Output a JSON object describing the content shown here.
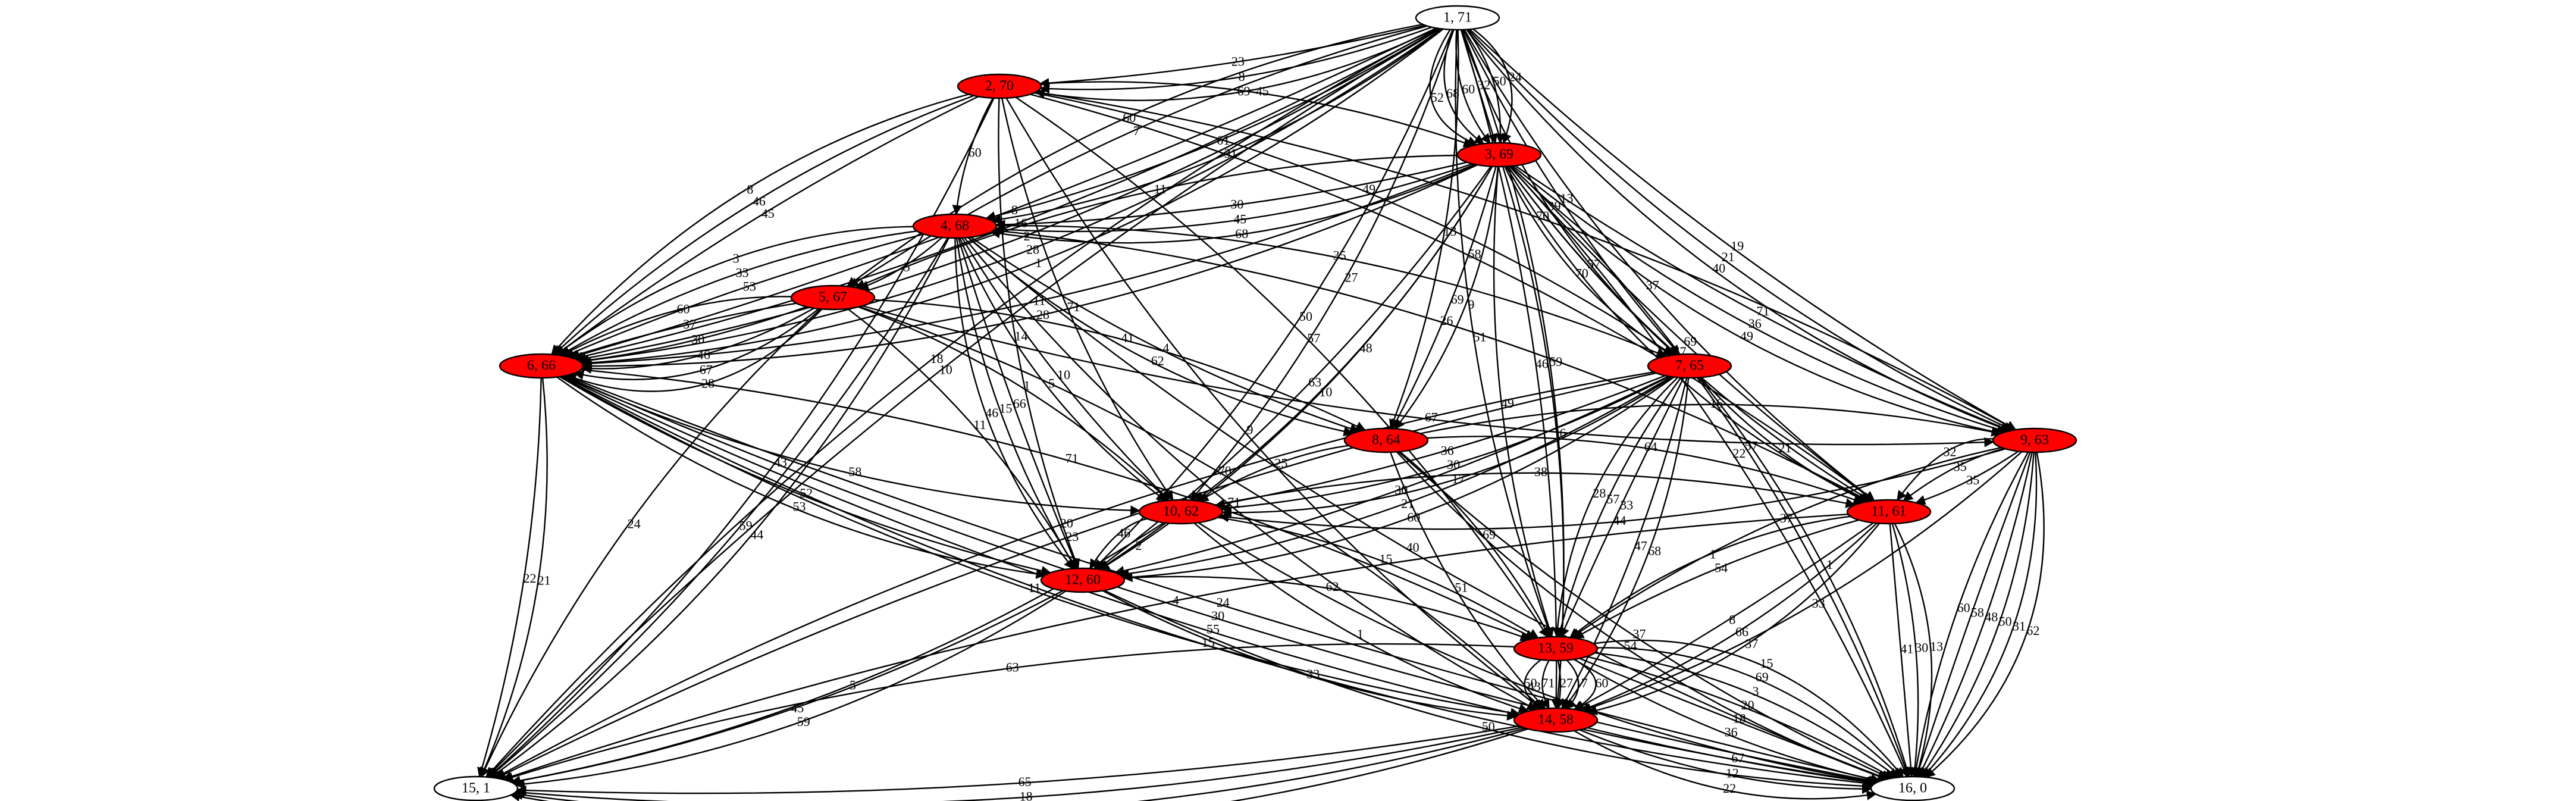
{
  "graph": {
    "type": "directed",
    "node_style": {
      "source_sink_fill": "#ffffff",
      "intermediate_fill": "#ff0000",
      "stroke": "#000000"
    },
    "nodes": [
      {
        "id": "1",
        "label": "1, 71",
        "filled": false
      },
      {
        "id": "2",
        "label": "2, 70",
        "filled": true
      },
      {
        "id": "3",
        "label": "3, 69",
        "filled": true
      },
      {
        "id": "4",
        "label": "4, 68",
        "filled": true
      },
      {
        "id": "5",
        "label": "5, 67",
        "filled": true
      },
      {
        "id": "6",
        "label": "6, 66",
        "filled": true
      },
      {
        "id": "7",
        "label": "7, 65",
        "filled": true
      },
      {
        "id": "8",
        "label": "8, 64",
        "filled": true
      },
      {
        "id": "9",
        "label": "9, 63",
        "filled": true
      },
      {
        "id": "10",
        "label": "10, 62",
        "filled": true
      },
      {
        "id": "11",
        "label": "11, 61",
        "filled": true
      },
      {
        "id": "12",
        "label": "12, 60",
        "filled": true
      },
      {
        "id": "13",
        "label": "13, 59",
        "filled": true
      },
      {
        "id": "14",
        "label": "14, 58",
        "filled": true
      },
      {
        "id": "15",
        "label": "15, 1",
        "filled": false
      },
      {
        "id": "16",
        "label": "16, 0",
        "filled": false
      }
    ],
    "edges": [
      {
        "from": "1",
        "to": "2",
        "label": "69"
      },
      {
        "from": "1",
        "to": "2",
        "label": "8"
      },
      {
        "from": "1",
        "to": "2",
        "label": "23"
      },
      {
        "from": "1",
        "to": "3",
        "label": "24"
      },
      {
        "from": "1",
        "to": "3",
        "label": "50"
      },
      {
        "from": "1",
        "to": "3",
        "label": "32"
      },
      {
        "from": "1",
        "to": "3",
        "label": "60"
      },
      {
        "from": "1",
        "to": "3",
        "label": "68"
      },
      {
        "from": "1",
        "to": "3",
        "label": "52"
      },
      {
        "from": "1",
        "to": "4",
        "label": "31"
      },
      {
        "from": "1",
        "to": "4",
        "label": "61"
      },
      {
        "from": "1",
        "to": "5",
        "label": "7"
      },
      {
        "from": "1",
        "to": "5",
        "label": "60"
      },
      {
        "from": "1",
        "to": "6",
        "label": "1"
      },
      {
        "from": "1",
        "to": "6",
        "label": "28"
      },
      {
        "from": "1",
        "to": "6",
        "label": "2"
      },
      {
        "from": "1",
        "to": "6",
        "label": "16"
      },
      {
        "from": "1",
        "to": "6",
        "label": "8"
      },
      {
        "from": "1",
        "to": "7",
        "label": "13"
      },
      {
        "from": "1",
        "to": "7",
        "label": "39"
      },
      {
        "from": "1",
        "to": "8",
        "label": "13"
      },
      {
        "from": "1",
        "to": "9",
        "label": "19"
      },
      {
        "from": "1",
        "to": "9",
        "label": "21"
      },
      {
        "from": "1",
        "to": "9",
        "label": "40"
      },
      {
        "from": "1",
        "to": "10",
        "label": "27"
      },
      {
        "from": "1",
        "to": "11",
        "label": "37"
      },
      {
        "from": "1",
        "to": "12",
        "label": "50"
      },
      {
        "from": "1",
        "to": "13",
        "label": "51"
      },
      {
        "from": "1",
        "to": "14",
        "label": "59"
      },
      {
        "from": "1",
        "to": "14",
        "label": "46"
      },
      {
        "from": "1",
        "to": "15",
        "label": "10"
      },
      {
        "from": "1",
        "to": "15",
        "label": "18"
      },
      {
        "from": "2",
        "to": "3",
        "label": "45"
      },
      {
        "from": "2",
        "to": "4",
        "label": "60"
      },
      {
        "from": "2",
        "to": "6",
        "label": "45"
      },
      {
        "from": "2",
        "to": "6",
        "label": "46"
      },
      {
        "from": "2",
        "to": "6",
        "label": "8"
      },
      {
        "from": "2",
        "to": "7",
        "label": "49"
      },
      {
        "from": "2",
        "to": "9",
        "label": "70"
      },
      {
        "from": "2",
        "to": "10",
        "label": "71"
      },
      {
        "from": "2",
        "to": "11",
        "label": "58"
      },
      {
        "from": "2",
        "to": "12",
        "label": "14"
      },
      {
        "from": "2",
        "to": "13",
        "label": "57"
      },
      {
        "from": "2",
        "to": "14",
        "label": "9"
      },
      {
        "from": "2",
        "to": "15",
        "label": "43"
      },
      {
        "from": "3",
        "to": "4",
        "label": "68"
      },
      {
        "from": "3",
        "to": "4",
        "label": "45"
      },
      {
        "from": "3",
        "to": "4",
        "label": "30"
      },
      {
        "from": "3",
        "to": "5",
        "label": "11"
      },
      {
        "from": "3",
        "to": "6",
        "label": "28"
      },
      {
        "from": "3",
        "to": "6",
        "label": "11"
      },
      {
        "from": "3",
        "to": "7",
        "label": "57"
      },
      {
        "from": "3",
        "to": "7",
        "label": "70"
      },
      {
        "from": "3",
        "to": "8",
        "label": "9"
      },
      {
        "from": "3",
        "to": "8",
        "label": "69"
      },
      {
        "from": "3",
        "to": "9",
        "label": "71"
      },
      {
        "from": "3",
        "to": "9",
        "label": "36"
      },
      {
        "from": "3",
        "to": "9",
        "label": "49"
      },
      {
        "from": "3",
        "to": "10",
        "label": "48"
      },
      {
        "from": "3",
        "to": "11",
        "label": "69"
      },
      {
        "from": "3",
        "to": "11",
        "label": "67"
      },
      {
        "from": "3",
        "to": "11",
        "label": "69"
      },
      {
        "from": "3",
        "to": "12",
        "label": "10"
      },
      {
        "from": "3",
        "to": "12",
        "label": "63"
      },
      {
        "from": "3",
        "to": "13",
        "label": "49"
      },
      {
        "from": "3",
        "to": "14",
        "label": "6"
      },
      {
        "from": "3",
        "to": "16",
        "label": "57"
      },
      {
        "from": "3",
        "to": "16",
        "label": "22"
      },
      {
        "from": "4",
        "to": "5",
        "label": "5"
      },
      {
        "from": "4",
        "to": "6",
        "label": "53"
      },
      {
        "from": "4",
        "to": "6",
        "label": "33"
      },
      {
        "from": "4",
        "to": "6",
        "label": "3"
      },
      {
        "from": "4",
        "to": "7",
        "label": "35"
      },
      {
        "from": "4",
        "to": "8",
        "label": "4"
      },
      {
        "from": "4",
        "to": "8",
        "label": "62"
      },
      {
        "from": "4",
        "to": "10",
        "label": "10"
      },
      {
        "from": "4",
        "to": "10",
        "label": "5"
      },
      {
        "from": "4",
        "to": "11",
        "label": "26"
      },
      {
        "from": "4",
        "to": "12",
        "label": "66"
      },
      {
        "from": "4",
        "to": "12",
        "label": "15"
      },
      {
        "from": "4",
        "to": "12",
        "label": "46"
      },
      {
        "from": "4",
        "to": "14",
        "label": "71"
      },
      {
        "from": "4",
        "to": "15",
        "label": "44"
      },
      {
        "from": "4",
        "to": "15",
        "label": "59"
      },
      {
        "from": "4",
        "to": "16",
        "label": "40"
      },
      {
        "from": "5",
        "to": "6",
        "label": "28"
      },
      {
        "from": "5",
        "to": "6",
        "label": "67"
      },
      {
        "from": "5",
        "to": "6",
        "label": "46"
      },
      {
        "from": "5",
        "to": "6",
        "label": "30"
      },
      {
        "from": "5",
        "to": "6",
        "label": "37"
      },
      {
        "from": "5",
        "to": "6",
        "label": "60"
      },
      {
        "from": "5",
        "to": "8",
        "label": "41"
      },
      {
        "from": "5",
        "to": "9",
        "label": "67"
      },
      {
        "from": "5",
        "to": "10",
        "label": "1"
      },
      {
        "from": "5",
        "to": "12",
        "label": "11"
      },
      {
        "from": "5",
        "to": "14",
        "label": "70"
      },
      {
        "from": "5",
        "to": "15",
        "label": "24"
      },
      {
        "from": "6",
        "to": "10",
        "label": "58"
      },
      {
        "from": "6",
        "to": "12",
        "label": "52"
      },
      {
        "from": "6",
        "to": "12",
        "label": "53"
      },
      {
        "from": "6",
        "to": "13",
        "label": "71"
      },
      {
        "from": "6",
        "to": "14",
        "label": "11"
      },
      {
        "from": "6",
        "to": "15",
        "label": "21"
      },
      {
        "from": "6",
        "to": "15",
        "label": "22"
      },
      {
        "from": "6",
        "to": "16",
        "label": "24"
      },
      {
        "from": "6",
        "to": "16",
        "label": "30"
      },
      {
        "from": "6",
        "to": "16",
        "label": "55"
      },
      {
        "from": "6",
        "to": "16",
        "label": "15"
      },
      {
        "from": "7",
        "to": "10",
        "label": "17"
      },
      {
        "from": "7",
        "to": "10",
        "label": "30"
      },
      {
        "from": "7",
        "to": "10",
        "label": "36"
      },
      {
        "from": "7",
        "to": "11",
        "label": "21"
      },
      {
        "from": "7",
        "to": "12",
        "label": "60"
      },
      {
        "from": "7",
        "to": "12",
        "label": "21"
      },
      {
        "from": "7",
        "to": "12",
        "label": "30"
      },
      {
        "from": "7",
        "to": "13",
        "label": "33"
      },
      {
        "from": "7",
        "to": "13",
        "label": "57"
      },
      {
        "from": "7",
        "to": "13",
        "label": "28"
      },
      {
        "from": "7",
        "to": "14",
        "label": "68"
      },
      {
        "from": "7",
        "to": "14",
        "label": "47"
      },
      {
        "from": "7",
        "to": "15",
        "label": "23"
      },
      {
        "from": "7",
        "to": "15",
        "label": "20"
      },
      {
        "from": "7",
        "to": "16",
        "label": "1"
      },
      {
        "from": "8",
        "to": "9",
        "label": "16"
      },
      {
        "from": "8",
        "to": "10",
        "label": "25"
      },
      {
        "from": "8",
        "to": "11",
        "label": "64"
      },
      {
        "from": "8",
        "to": "13",
        "label": "69"
      },
      {
        "from": "8",
        "to": "14",
        "label": "51"
      },
      {
        "from": "8",
        "to": "16",
        "label": "37"
      },
      {
        "from": "8",
        "to": "16",
        "label": "54"
      },
      {
        "from": "9",
        "to": "10",
        "label": "44"
      },
      {
        "from": "9",
        "to": "11",
        "label": "35"
      },
      {
        "from": "9",
        "to": "11",
        "label": "35"
      },
      {
        "from": "9",
        "to": "11",
        "label": "32"
      },
      {
        "from": "9",
        "to": "13",
        "label": "37"
      },
      {
        "from": "9",
        "to": "14",
        "label": "33"
      },
      {
        "from": "9",
        "to": "16",
        "label": "62"
      },
      {
        "from": "9",
        "to": "16",
        "label": "31"
      },
      {
        "from": "9",
        "to": "16",
        "label": "50"
      },
      {
        "from": "9",
        "to": "16",
        "label": "48"
      },
      {
        "from": "9",
        "to": "16",
        "label": "58"
      },
      {
        "from": "9",
        "to": "16",
        "label": "60"
      },
      {
        "from": "10",
        "to": "11",
        "label": "38"
      },
      {
        "from": "10",
        "to": "12",
        "label": "2"
      },
      {
        "from": "10",
        "to": "12",
        "label": "46"
      },
      {
        "from": "10",
        "to": "13",
        "label": "15"
      },
      {
        "from": "10",
        "to": "14",
        "label": "1"
      },
      {
        "from": "10",
        "to": "15",
        "label": "5"
      },
      {
        "from": "10",
        "to": "16",
        "label": "43"
      },
      {
        "from": "11",
        "to": "13",
        "label": "54"
      },
      {
        "from": "11",
        "to": "13",
        "label": "1"
      },
      {
        "from": "11",
        "to": "14",
        "label": "37"
      },
      {
        "from": "11",
        "to": "14",
        "label": "66"
      },
      {
        "from": "11",
        "to": "14",
        "label": "8"
      },
      {
        "from": "11",
        "to": "15",
        "label": "4"
      },
      {
        "from": "11",
        "to": "16",
        "label": "13"
      },
      {
        "from": "11",
        "to": "16",
        "label": "30"
      },
      {
        "from": "11",
        "to": "16",
        "label": "41"
      },
      {
        "from": "12",
        "to": "13",
        "label": "62"
      },
      {
        "from": "12",
        "to": "14",
        "label": "33"
      },
      {
        "from": "12",
        "to": "15",
        "label": "59"
      },
      {
        "from": "12",
        "to": "15",
        "label": "45"
      },
      {
        "from": "12",
        "to": "16",
        "label": "50"
      },
      {
        "from": "13",
        "to": "14",
        "label": "60"
      },
      {
        "from": "13",
        "to": "14",
        "label": "7"
      },
      {
        "from": "13",
        "to": "14",
        "label": "27"
      },
      {
        "from": "13",
        "to": "14",
        "label": "71"
      },
      {
        "from": "13",
        "to": "14",
        "label": "50"
      },
      {
        "from": "13",
        "to": "15",
        "label": "63"
      },
      {
        "from": "13",
        "to": "16",
        "label": "15"
      },
      {
        "from": "13",
        "to": "16",
        "label": "69"
      },
      {
        "from": "13",
        "to": "16",
        "label": "3"
      },
      {
        "from": "13",
        "to": "16",
        "label": "20"
      },
      {
        "from": "13",
        "to": "16",
        "label": "18"
      },
      {
        "from": "13",
        "to": "16",
        "label": "36"
      },
      {
        "from": "14",
        "to": "15",
        "label": "14"
      },
      {
        "from": "14",
        "to": "15",
        "label": "15"
      },
      {
        "from": "14",
        "to": "15",
        "label": "18"
      },
      {
        "from": "14",
        "to": "15",
        "label": "65"
      },
      {
        "from": "14",
        "to": "16",
        "label": "67"
      },
      {
        "from": "14",
        "to": "16",
        "label": "12"
      },
      {
        "from": "14",
        "to": "16",
        "label": "22"
      }
    ]
  }
}
